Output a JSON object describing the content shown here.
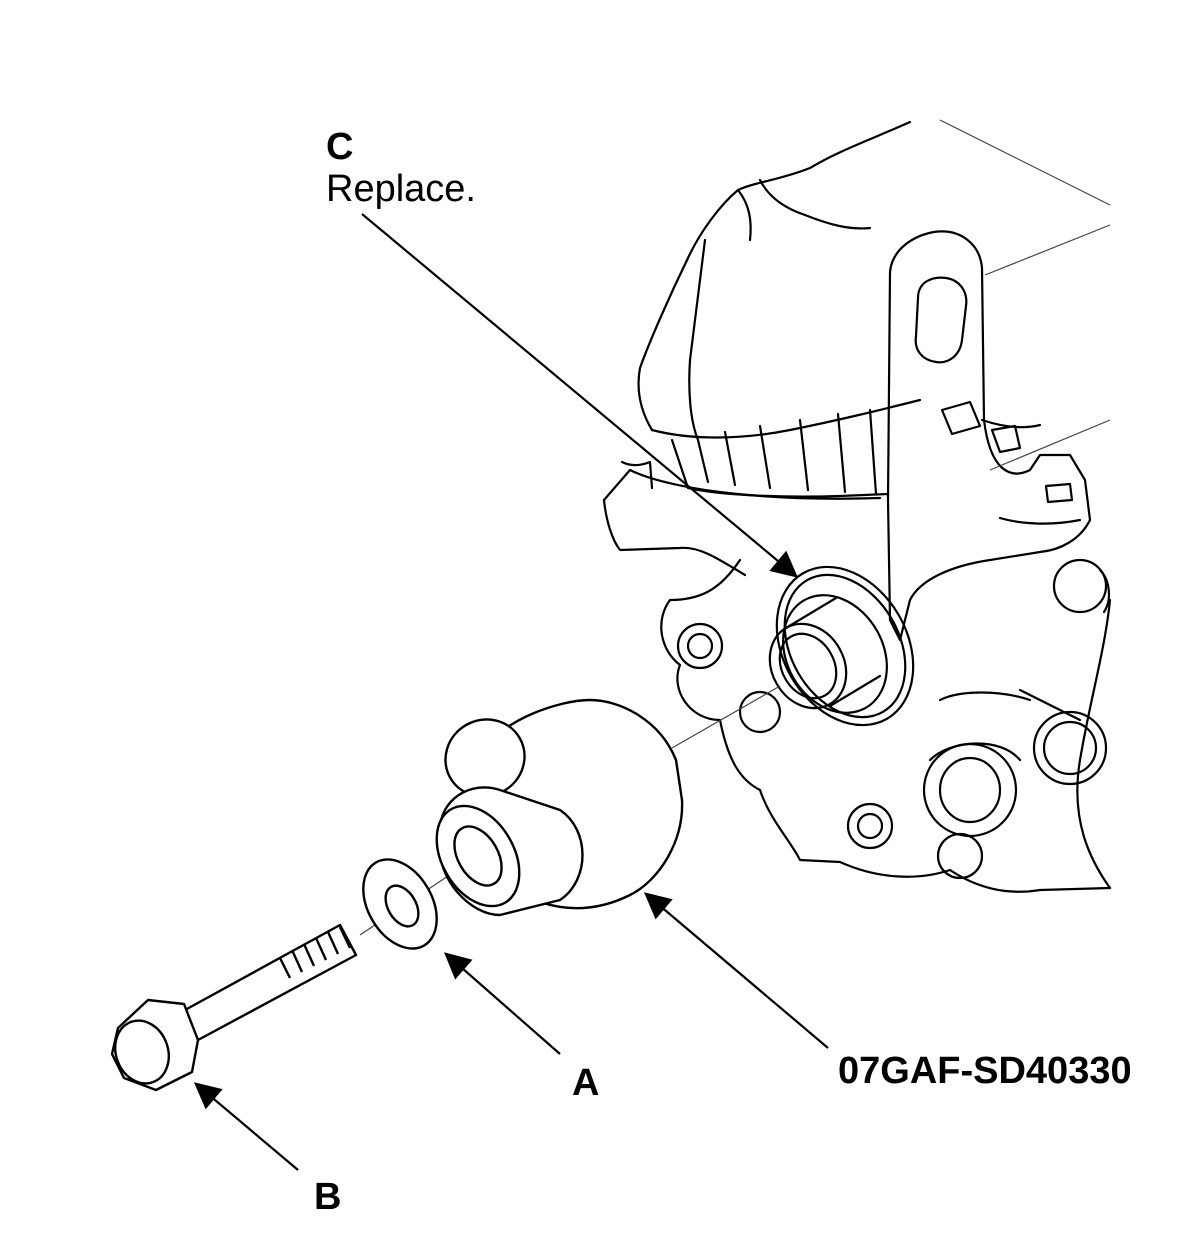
{
  "labels": {
    "c": "C",
    "c_note": "Replace.",
    "a": "A",
    "b": "B",
    "tool": "07GAF-SD40330"
  },
  "colors": {
    "line": "#000000",
    "thin": "#444444",
    "background": "#ffffff"
  }
}
